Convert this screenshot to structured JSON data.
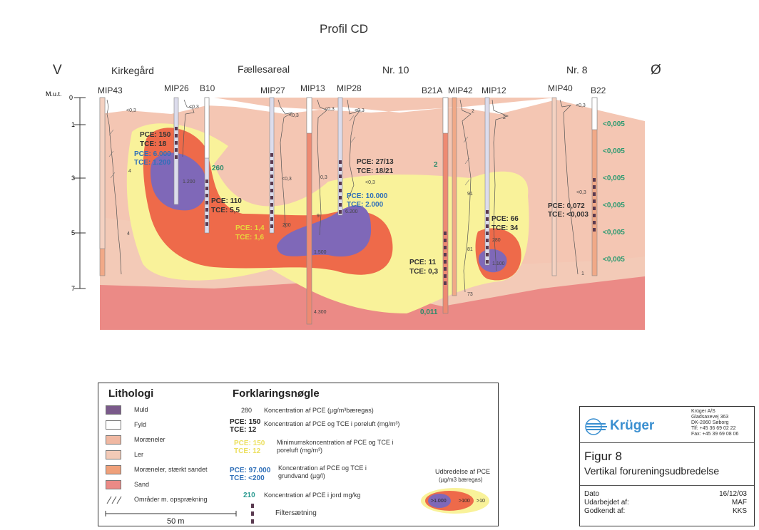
{
  "title": "Profil CD",
  "compass": {
    "west": "V",
    "east": "Ø"
  },
  "areas": [
    "Kirkegård",
    "Fællesareal",
    "Nr. 10",
    "Nr. 8"
  ],
  "depth_axis": {
    "label": "M.u.t.",
    "ticks": [
      "0",
      "1",
      "3",
      "5",
      "7"
    ]
  },
  "boreholes": [
    "MIP43",
    "MIP26",
    "B10",
    "MIP27",
    "MIP13",
    "MIP28",
    "B21A",
    "MIP42",
    "MIP12",
    "MIP40",
    "B22"
  ],
  "profile_labels": {
    "pce150": "PCE: 150",
    "tce18": "TCE: 18",
    "pce6000": "PCE: 6.000",
    "tce1200": "TCE: 1.200",
    "v260": "260",
    "pce110": "PCE: 110",
    "tce55": "TCE: 5,5",
    "pce14": "PCE: 1,4",
    "tce16": "TCE: 1,6",
    "pce2713": "PCE: 27/13",
    "tce1821": "TCE: 18/21",
    "pce10000": "PCE: 10.000",
    "tce2000": "TCE: 2.000",
    "v2": "2",
    "pce11": "PCE: 11",
    "tce03": "TCE: 0,3",
    "pce66": "PCE: 66",
    "tce34": "TCE: 34",
    "pce0072": "PCE: 0,072",
    "tce0003": "TCE: <0,003",
    "g0011": "0,011",
    "lt03a": "<0,3",
    "lt03b": "<0,3",
    "lt03c": "<0,3",
    "lt03d": "<0,3",
    "lt03e": "<0,3",
    "lt03f": "<0,3",
    "lt03g": "<0,3",
    "lt03h": "<0,3",
    "lt03i": "<0,3",
    "v03": "0,3",
    "s1200": "1.200",
    "s200": "200",
    "s1500": "1.500",
    "s4300": "4.300",
    "s6200": "6.200",
    "s280": "280",
    "s1100": "1.100",
    "s2": "2",
    "s2b": "2",
    "s4": "4",
    "s4b": "4",
    "s9": "9",
    "s91": "91",
    "s81": "81",
    "s73": "73",
    "s1": "1"
  },
  "b22_values": [
    "<0,005",
    "<0,005",
    "<0,005",
    "<0,005",
    "<0,005",
    "<0,005"
  ],
  "legend": {
    "litho_title": "Lithologi",
    "litho": [
      {
        "label": "Muld",
        "color": "#7a5a8a"
      },
      {
        "label": "Fyld",
        "color": "#ffffff"
      },
      {
        "label": "Moræneler",
        "color": "#f0b8a2"
      },
      {
        "label": "Ler",
        "color": "#f3cab7"
      },
      {
        "label": "Moræneler, stærkt sandet",
        "color": "#efa07a"
      },
      {
        "label": "Sand",
        "color": "#eb8a86"
      }
    ],
    "fracture": "Områder m. opsprækning",
    "scale": "50 m",
    "key_title": "Forklaringsnøgle",
    "key_280": "280",
    "key_280_desc": "Koncentration af PCE (µg/m³bæregas)",
    "key_pce150": "PCE: 150",
    "key_tce12": "TCE: 12",
    "key_150_desc": "Koncentration af PCE og TCE i poreluft (mg/m³)",
    "key_min_pce": "PCE: 150",
    "key_min_tce": "TCE: 12",
    "key_min_desc": "Minimumskoncentration af PCE og TCE i poreluft (mg/m³)",
    "key_97_pce": "PCE: 97.000",
    "key_97_tce": "TCE: <200",
    "key_97_desc": "Koncentration af PCE og TCE i grundvand (µg/l)",
    "key_210": "210",
    "key_210_desc": "Koncentration af PCE i jord mg/kg",
    "filter": "Filtersætning",
    "udbredelse_title": "Udbredelse af PCE",
    "udbredelse_unit": "(µg/m3 bæregas)",
    "udbredelse_vals": [
      ">1.000",
      ">100",
      ">10"
    ]
  },
  "title_block": {
    "company": "Krüger",
    "address": [
      "Krüger A/S",
      "Gladsaxevej 363",
      "DK-2860 Søborg",
      "Tlf: +45 36 69 02 22",
      "Fax: +45 39 69 08 06"
    ],
    "figure": "Figur 8",
    "subtitle": "Vertikal forureningsudbredelse",
    "rows": [
      {
        "label": "Dato",
        "value": "16/12/03"
      },
      {
        "label": "Udarbejdet af:",
        "value": "MAF"
      },
      {
        "label": "Godkendt af:",
        "value": "KKS"
      }
    ]
  }
}
